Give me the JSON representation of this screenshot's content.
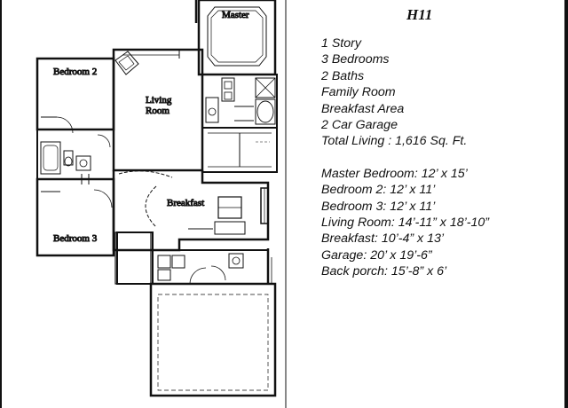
{
  "plan": {
    "code": "H11",
    "rooms": {
      "master": "Master",
      "bedroom2": "Bedroom 2",
      "living_line1": "Living",
      "living_line2": "Room",
      "breakfast": "Breakfast",
      "bedroom3": "Bedroom 3"
    }
  },
  "summary": [
    "1 Story",
    "3 Bedrooms",
    "2 Baths",
    "Family Room",
    "Breakfast Area",
    "2 Car Garage",
    "Total Living :  1,616 Sq. Ft."
  ],
  "dimensions": [
    "Master Bedroom:  12’ x 15’",
    "Bedroom 2:  12’ x 11’",
    "Bedroom 3:  12’ x 11’",
    "Living Room:  14’-11” x 18’-10”",
    "Breakfast:  10’-4” x 13’",
    "Garage:  20’ x 19’-6”",
    "Back porch:  15’-8” x 6’"
  ]
}
